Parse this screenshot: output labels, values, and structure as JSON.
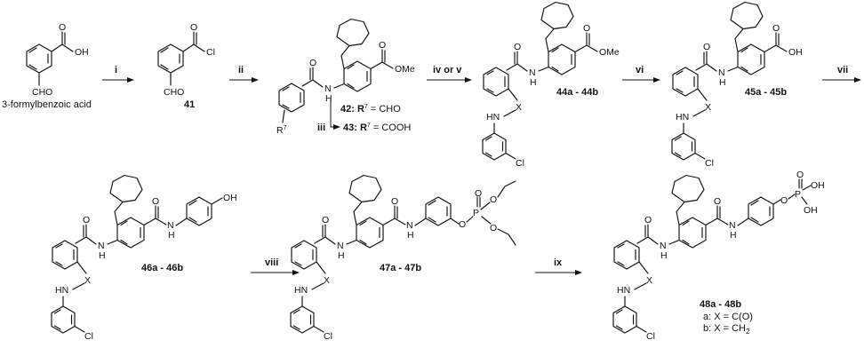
{
  "atoms": {
    "OH": "OH",
    "O": "O",
    "Cl": "Cl",
    "CHO": "CHO",
    "N": "N",
    "H": "H",
    "HN": "HN",
    "OMe": "OMe",
    "X": "X",
    "R7": "R",
    "R7sup": "7",
    "P": "P"
  },
  "labels": {
    "start": "3-formylbenzoic acid",
    "c41": "41",
    "r42": "42: R",
    "r42tail": " = CHO",
    "r43": "43: R",
    "r43tail": " = COOH",
    "r7sup": "7",
    "c44": "44a - 44b",
    "c45": "45a - 45b",
    "c46": "46a - 46b",
    "c47": "47a - 47b",
    "c48": "48a - 48b",
    "legendA": "a: X = C(O)",
    "legendB_pre": "b: X = CH",
    "legendB_sub": "2"
  },
  "steps": {
    "i": "i",
    "ii": "ii",
    "iii": "iii",
    "iv": "iv or v",
    "vi": "vi",
    "vii": "vii",
    "viii": "viii",
    "ix": "ix"
  }
}
